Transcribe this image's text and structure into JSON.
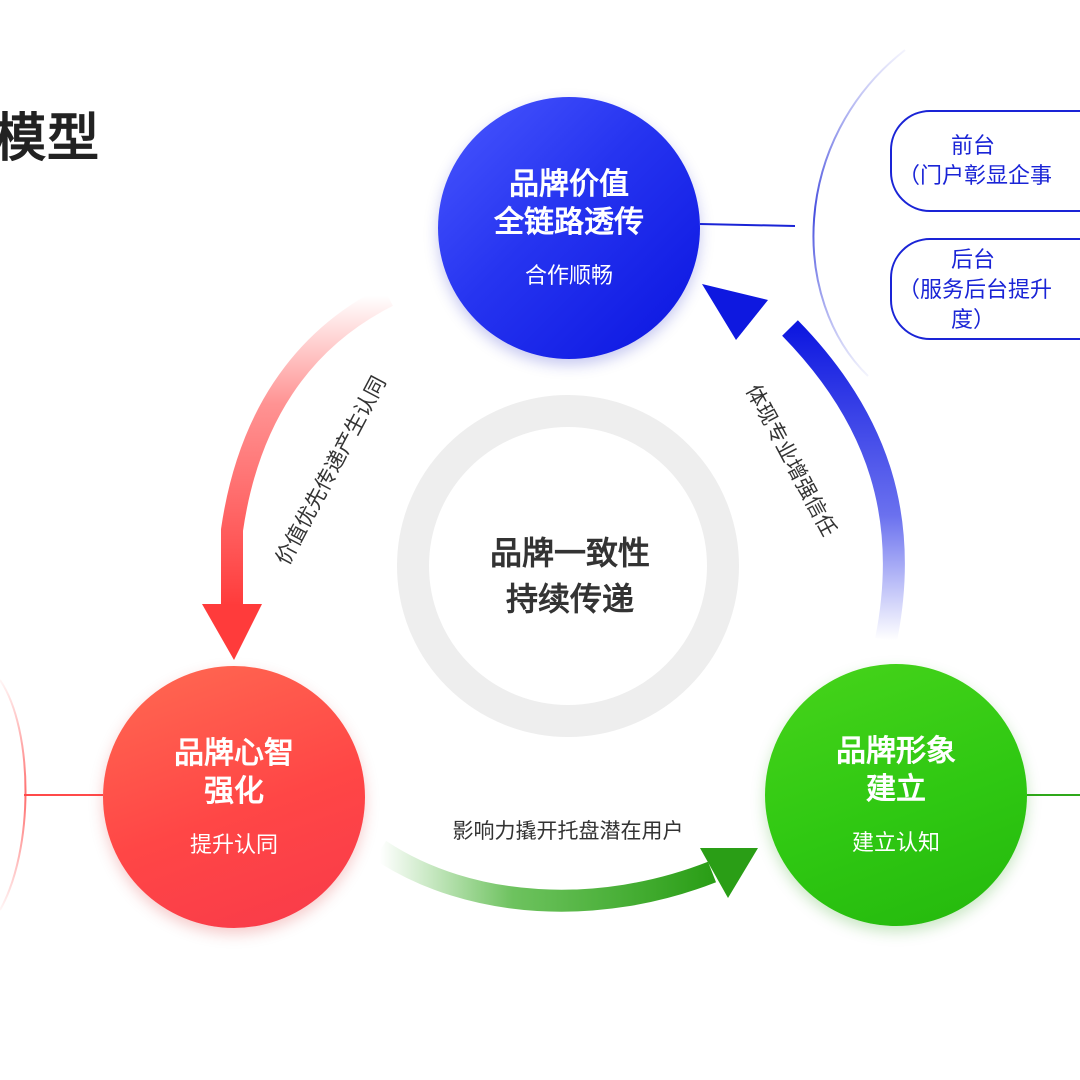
{
  "title": "模型",
  "nodes": {
    "top": {
      "title_line1": "品牌价值",
      "title_line2": "全链路透传",
      "subtitle": "合作顺畅",
      "color": "#2634f0"
    },
    "left": {
      "title_line1": "品牌心智",
      "title_line2": "强化",
      "subtitle": "提升认同",
      "color": "#ff4a4a"
    },
    "right": {
      "title_line1": "品牌形象",
      "title_line2": "建立",
      "subtitle": "建立认知",
      "color": "#2fc812"
    }
  },
  "center": {
    "line1": "品牌一致性",
    "line2": "持续传递"
  },
  "arrows": {
    "top_to_left": "价值优先传递产生认同",
    "left_to_right": "影响力撬开托盘潜在用户",
    "right_to_top": "体现专业增强信任"
  },
  "side_pills": {
    "front": {
      "line1": "前台",
      "line2": "（门户彰显企事"
    },
    "back": {
      "line1": "后台",
      "line2": "（服务后台提升",
      "line3": "度）"
    }
  },
  "colors": {
    "blue": "#1a24d6",
    "red": "#ff4a4a",
    "green": "#2fa81a",
    "ring": "#eeeeee"
  }
}
